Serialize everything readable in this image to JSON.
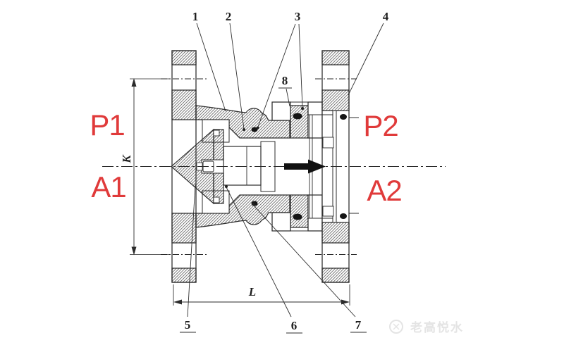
{
  "drawing_title": "check-valve-cross-section",
  "colors": {
    "line": "#2b2b2b",
    "label": "#e03a3a",
    "watermark": "#e4e4e4"
  },
  "ports": {
    "p1": "P1",
    "a1": "A1",
    "p2": "P2",
    "a2": "A2"
  },
  "dims": {
    "vertical": "K",
    "horizontal": "L"
  },
  "callouts": [
    {
      "label": "1"
    },
    {
      "label": "2"
    },
    {
      "label": "3"
    },
    {
      "label": "4"
    },
    {
      "label": "5"
    },
    {
      "label": "6"
    },
    {
      "label": "7"
    },
    {
      "label": "8"
    }
  ],
  "flow": {
    "direction": "right"
  },
  "watermark": {
    "icon": "logo-badge",
    "text": "老高悦水"
  }
}
